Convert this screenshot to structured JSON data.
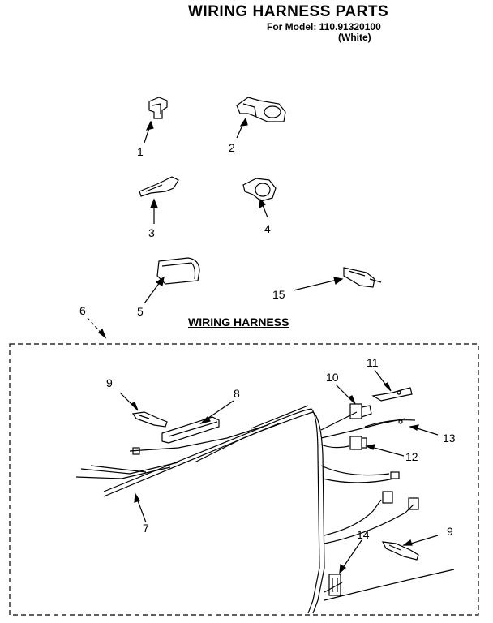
{
  "header": {
    "title": "WIRING HARNESS PARTS",
    "model_line": "For Model: 110.91320100",
    "color_line": "(White)"
  },
  "section_label": "WIRING HARNESS",
  "callouts": {
    "c1": "1",
    "c2": "2",
    "c3": "3",
    "c4": "4",
    "c5": "5",
    "c6": "6",
    "c7": "7",
    "c8": "8",
    "c9a": "9",
    "c9b": "9",
    "c10": "10",
    "c11": "11",
    "c12": "12",
    "c13": "13",
    "c14": "14",
    "c15": "15"
  }
}
